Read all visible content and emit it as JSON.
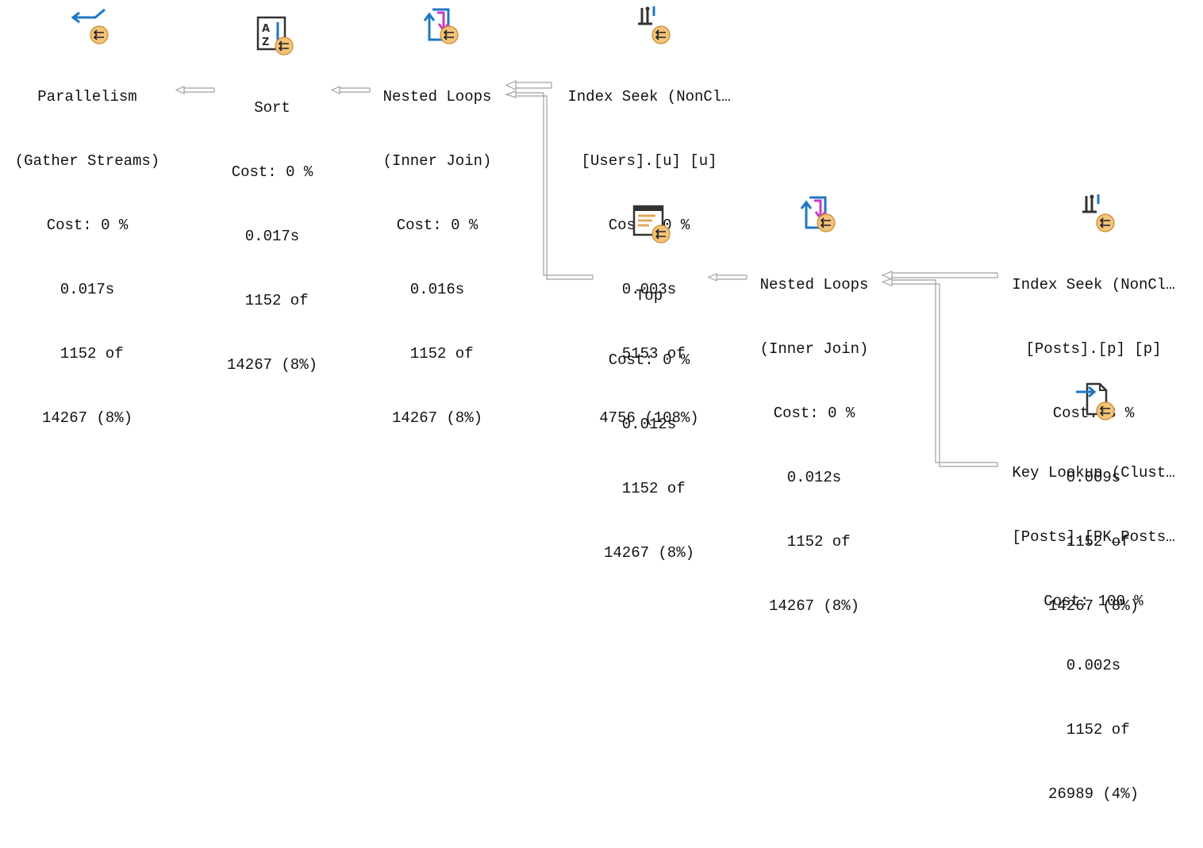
{
  "plan": {
    "nodes": [
      {
        "icon": "parallelism-icon",
        "lines": [
          "Parallelism",
          "(Gather Streams)",
          "Cost: 0 %",
          "0.017s",
          " 1152 of",
          "14267 (8%)"
        ]
      },
      {
        "icon": "sort-icon",
        "lines": [
          "Sort",
          "Cost: 0 %",
          "0.017s",
          " 1152 of",
          "14267 (8%)"
        ]
      },
      {
        "icon": "nested-loops-icon",
        "lines": [
          "Nested Loops",
          "(Inner Join)",
          "Cost: 0 %",
          "0.016s",
          " 1152 of",
          "14267 (8%)"
        ]
      },
      {
        "icon": "index-seek-icon",
        "lines": [
          "Index Seek (NonCl…",
          "[Users].[u] [u]",
          "Cost: 0 %",
          "0.003s",
          " 5153 of",
          "4756 (108%)"
        ]
      },
      {
        "icon": "top-icon",
        "lines": [
          "Top",
          "Cost: 0 %",
          "0.012s",
          " 1152 of",
          "14267 (8%)"
        ]
      },
      {
        "icon": "nested-loops-icon",
        "lines": [
          "Nested Loops",
          "(Inner Join)",
          "Cost: 0 %",
          "0.012s",
          " 1152 of",
          "14267 (8%)"
        ]
      },
      {
        "icon": "index-seek-icon",
        "lines": [
          "Index Seek (NonCl…",
          "[Posts].[p] [p]",
          "Cost: 8 %",
          "0.009s",
          " 1152 of",
          "14267 (8%)"
        ]
      },
      {
        "icon": "key-lookup-icon",
        "lines": [
          "Key Lookup (Clust…",
          "[Posts].[PK_Posts…",
          "Cost: 100 %",
          "0.002s",
          " 1152 of",
          "26989 (4%)"
        ]
      }
    ]
  },
  "colors": {
    "blue": "#1f77c4",
    "magenta": "#c43dc4",
    "badge": "#f3c37a",
    "badge_border": "#c98a2a",
    "dark": "#333333",
    "arrow": "#a0a0a0"
  }
}
